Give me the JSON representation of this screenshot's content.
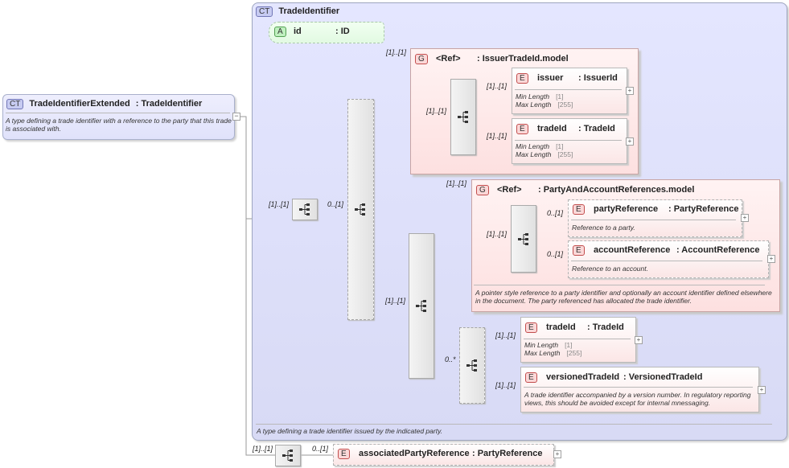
{
  "ct_main": {
    "badge": "CT",
    "name": "TradeIdentifier",
    "description": "A type defining a trade identifier issued by the indicated party."
  },
  "ct_ext": {
    "badge": "CT",
    "name": "TradeIdentifierExtended",
    "type": ": TradeIdentifier",
    "description": "A type defining a trade identifier with a reference to the party that this trade is associated with."
  },
  "attr": {
    "badge": "A",
    "name": "id",
    "type": ": ID"
  },
  "group1": {
    "badge": "G",
    "ref": "<Ref>",
    "name": ": IssuerTradeId.model",
    "card": "[1]..[1]"
  },
  "issuer": {
    "badge": "E",
    "name": "issuer",
    "type": ": IssuerId",
    "card": "[1]..[1]",
    "min_label": "Min Length",
    "min_val": "[1]",
    "max_label": "Max Length",
    "max_val": "[255]"
  },
  "tradeid1": {
    "badge": "E",
    "name": "tradeId",
    "type": ": TradeId",
    "card": "[1]..[1]",
    "min_label": "Min Length",
    "min_val": "[1]",
    "max_label": "Max Length",
    "max_val": "[255]"
  },
  "group2": {
    "badge": "G",
    "ref": "<Ref>",
    "name": ": PartyAndAccountReferences.model",
    "card": "[1]..[1]",
    "description": "A pointer style reference to a party identifier and optionally an account identifier defined elsewhere in the document. The party referenced has allocated the trade identifier."
  },
  "partyref": {
    "badge": "E",
    "name": "partyReference",
    "type": ": PartyReference",
    "card": "0..[1]",
    "description": "Reference to a party."
  },
  "accountref": {
    "badge": "E",
    "name": "accountReference",
    "type": ": AccountReference",
    "card": "0..[1]",
    "description": "Reference to an account."
  },
  "tradeid2": {
    "badge": "E",
    "name": "tradeId",
    "type": ": TradeId",
    "card": "[1]..[1]",
    "min_label": "Min Length",
    "min_val": "[1]",
    "max_label": "Max Length",
    "max_val": "[255]"
  },
  "versioned": {
    "badge": "E",
    "name": "versionedTradeId",
    "type": ": VersionedTradeId",
    "card": "[1]..[1]",
    "description": "A trade identifier accompanied by a version number. In regulatory reporting views, this should be avoided except for internal mnessaging."
  },
  "assoc": {
    "badge": "E",
    "name": "associatedPartyReference",
    "type": ": PartyReference",
    "card": "0..[1]"
  },
  "cards": {
    "seq_main": "[1]..[1]",
    "choice_main": "0..[1]",
    "group1_seq": "[1]..[1]",
    "seq2": "[1]..[1]",
    "group2_seq": "[1]..[1]",
    "choice2": "0..*",
    "assoc_seq": "[1]..[1]"
  },
  "colors": {
    "complex_type": "#d8daf5",
    "element": "#fbe6e6",
    "attribute": "#e2fae2",
    "group": "#fde0e0"
  }
}
